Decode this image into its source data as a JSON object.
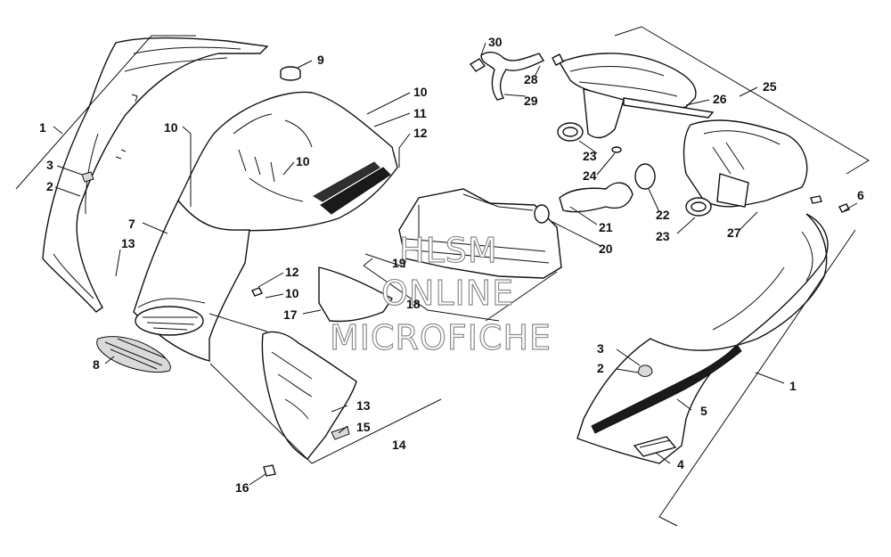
{
  "watermark": {
    "line1": "HLSM",
    "line2": "ONLINE",
    "line3": "MICROFICHE"
  },
  "callouts": [
    {
      "id": "c1a",
      "text": "1"
    },
    {
      "id": "c3a",
      "text": "3"
    },
    {
      "id": "c2a",
      "text": "2"
    },
    {
      "id": "c10a",
      "text": "10"
    },
    {
      "id": "c9",
      "text": "9"
    },
    {
      "id": "c10b",
      "text": "10"
    },
    {
      "id": "c11",
      "text": "11"
    },
    {
      "id": "c12a",
      "text": "12"
    },
    {
      "id": "c10c",
      "text": "10"
    },
    {
      "id": "c7",
      "text": "7"
    },
    {
      "id": "c13a",
      "text": "13"
    },
    {
      "id": "c12b",
      "text": "12"
    },
    {
      "id": "c10d",
      "text": "10"
    },
    {
      "id": "c17",
      "text": "17"
    },
    {
      "id": "c18",
      "text": "18"
    },
    {
      "id": "c8",
      "text": "8"
    },
    {
      "id": "c13b",
      "text": "13"
    },
    {
      "id": "c15",
      "text": "15"
    },
    {
      "id": "c14",
      "text": "14"
    },
    {
      "id": "c16",
      "text": "16"
    },
    {
      "id": "c19",
      "text": "19"
    },
    {
      "id": "c30",
      "text": "30"
    },
    {
      "id": "c28",
      "text": "28"
    },
    {
      "id": "c29",
      "text": "29"
    },
    {
      "id": "c25",
      "text": "25"
    },
    {
      "id": "c26",
      "text": "26"
    },
    {
      "id": "c23a",
      "text": "23"
    },
    {
      "id": "c24",
      "text": "24"
    },
    {
      "id": "c22",
      "text": "22"
    },
    {
      "id": "c21",
      "text": "21"
    },
    {
      "id": "c20",
      "text": "20"
    },
    {
      "id": "c23b",
      "text": "23"
    },
    {
      "id": "c27",
      "text": "27"
    },
    {
      "id": "c6",
      "text": "6"
    },
    {
      "id": "c3b",
      "text": "3"
    },
    {
      "id": "c2b",
      "text": "2"
    },
    {
      "id": "c1b",
      "text": "1"
    },
    {
      "id": "c5",
      "text": "5"
    },
    {
      "id": "c4",
      "text": "4"
    }
  ]
}
